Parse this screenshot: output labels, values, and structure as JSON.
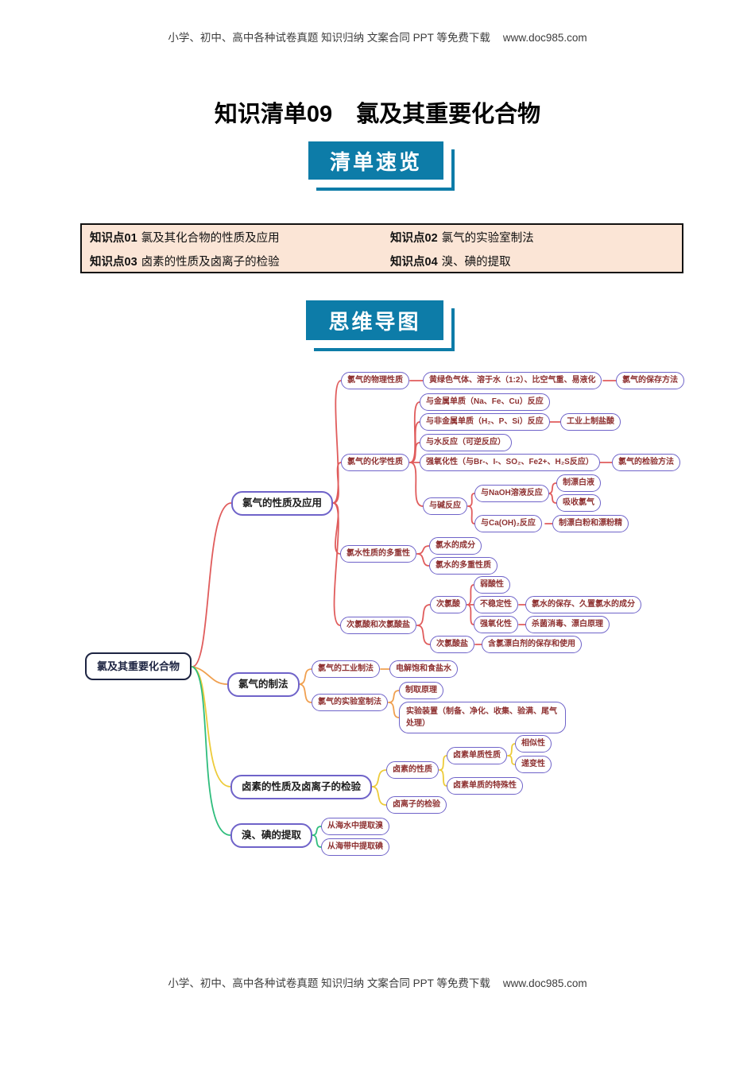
{
  "watermark": {
    "text": "小学、初中、高中各种试卷真题 知识归纳 文案合同 PPT 等免费下载",
    "url": "www.doc985.com"
  },
  "title": {
    "part1": "知识清单09",
    "part2": "氯及其重要化合物"
  },
  "banners": {
    "overview": "清单速览",
    "mindmap": "思维导图"
  },
  "knowledge": {
    "items": [
      {
        "num": "知识点01",
        "text": "氯及其化合物的性质及应用"
      },
      {
        "num": "知识点02",
        "text": "氯气的实验室制法"
      },
      {
        "num": "知识点03",
        "text": "卤素的性质及卤离子的检验"
      },
      {
        "num": "知识点04",
        "text": "溴、碘的提取"
      }
    ]
  },
  "mindmap": {
    "center": "氯及其重要化合物",
    "branches": {
      "b1": "氯气的性质及应用",
      "b2": "氯气的制法",
      "b3": "卤素的性质及卤离子的检验",
      "b4": "溴、碘的提取"
    },
    "nodes": {
      "phys": "氯气的物理性质",
      "phys_detail": "黄绿色气体、溶于水（1:2）、比空气重、易液化",
      "storage_method": "氯气的保存方法",
      "chem": "氯气的化学性质",
      "metal": "与金属单质（Na、Fe、Cu）反应",
      "nonmetal": "与非金属单质（H₂、P、Si）反应",
      "hcl_industry": "工业上制盐酸",
      "water_rxn": "与水反应（可逆反应）",
      "oxidizing": "强氧化性（与Br-、I-、SO₂、Fe2+、H₂S反应）",
      "detect": "氯气的检验方法",
      "base_rxn": "与碱反应",
      "naoh": "与NaOH溶液反应",
      "bleach_liquid": "制漂白液",
      "absorb_cl2": "吸收氯气",
      "caoh2": "与Ca(OH)₂反应",
      "bleach_powder": "制漂白粉和漂粉精",
      "water_multi": "氯水性质的多重性",
      "water_comp": "氯水的成分",
      "water_props": "氯水的多重性质",
      "hypo": "次氯酸和次氯酸盐",
      "hypo_acid": "次氯酸",
      "weak_acid": "弱酸性",
      "unstable": "不稳定性",
      "keep_water": "氯水的保存、久置氯水的成分",
      "strong_ox": "强氧化性",
      "sterilize": "杀菌消毒、漂白原理",
      "hypo_salt": "次氯酸盐",
      "bleach_keep": "含氯漂白剂的保存和使用",
      "industry": "氯气的工业制法",
      "electrolysis": "电解饱和食盐水",
      "lab": "氯气的实验室制法",
      "principle": "制取原理",
      "apparatus": "实验装置（制备、净化、收集、验满、尾气处理）",
      "hal_props": "卤素的性质",
      "hal_elem": "卤素单质性质",
      "similar": "相似性",
      "gradient": "递变性",
      "hal_special": "卤素单质的特殊性",
      "hal_ion": "卤离子的检验",
      "bromine": "从海水中提取溴",
      "iodine": "从海带中提取碘"
    }
  },
  "colors": {
    "banner_teal": "#0d7ca8",
    "knowledge_bg": "#fbe5d6",
    "branch_red": "#e05c5c",
    "branch_orange": "#f0a050",
    "branch_yellow": "#edcb3a",
    "branch_green": "#2fbd7d",
    "node_border": "#6f63c9",
    "node_text": "#8f3232",
    "center_border": "#1d2442"
  }
}
